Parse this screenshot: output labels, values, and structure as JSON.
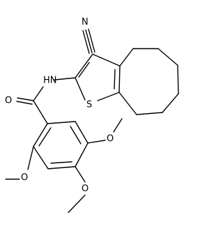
{
  "atoms": {
    "n_nitrile": "N",
    "n_amide": "HN",
    "s_thiophene": "S",
    "o_carbonyl": "O",
    "o_meo1": "O",
    "o_meo2": "O",
    "o_meo3": "O"
  },
  "colors": {
    "bond": "#000000",
    "text": "#000000",
    "background": "#ffffff"
  }
}
